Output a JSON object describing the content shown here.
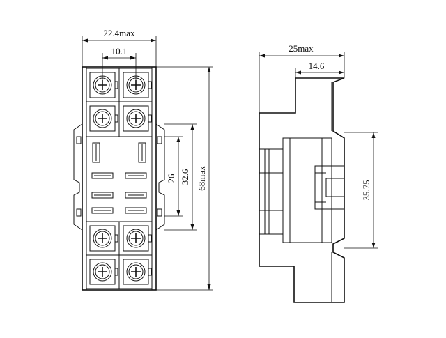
{
  "front_view": {
    "width_label": "22.4max",
    "pitch_label": "10.1",
    "height_label": "68max",
    "mount_outer_label": "32.6",
    "mount_inner_label": "26"
  },
  "side_view": {
    "depth_label": "25max",
    "rail_label": "14.6",
    "rail_height_label": "35.75"
  }
}
